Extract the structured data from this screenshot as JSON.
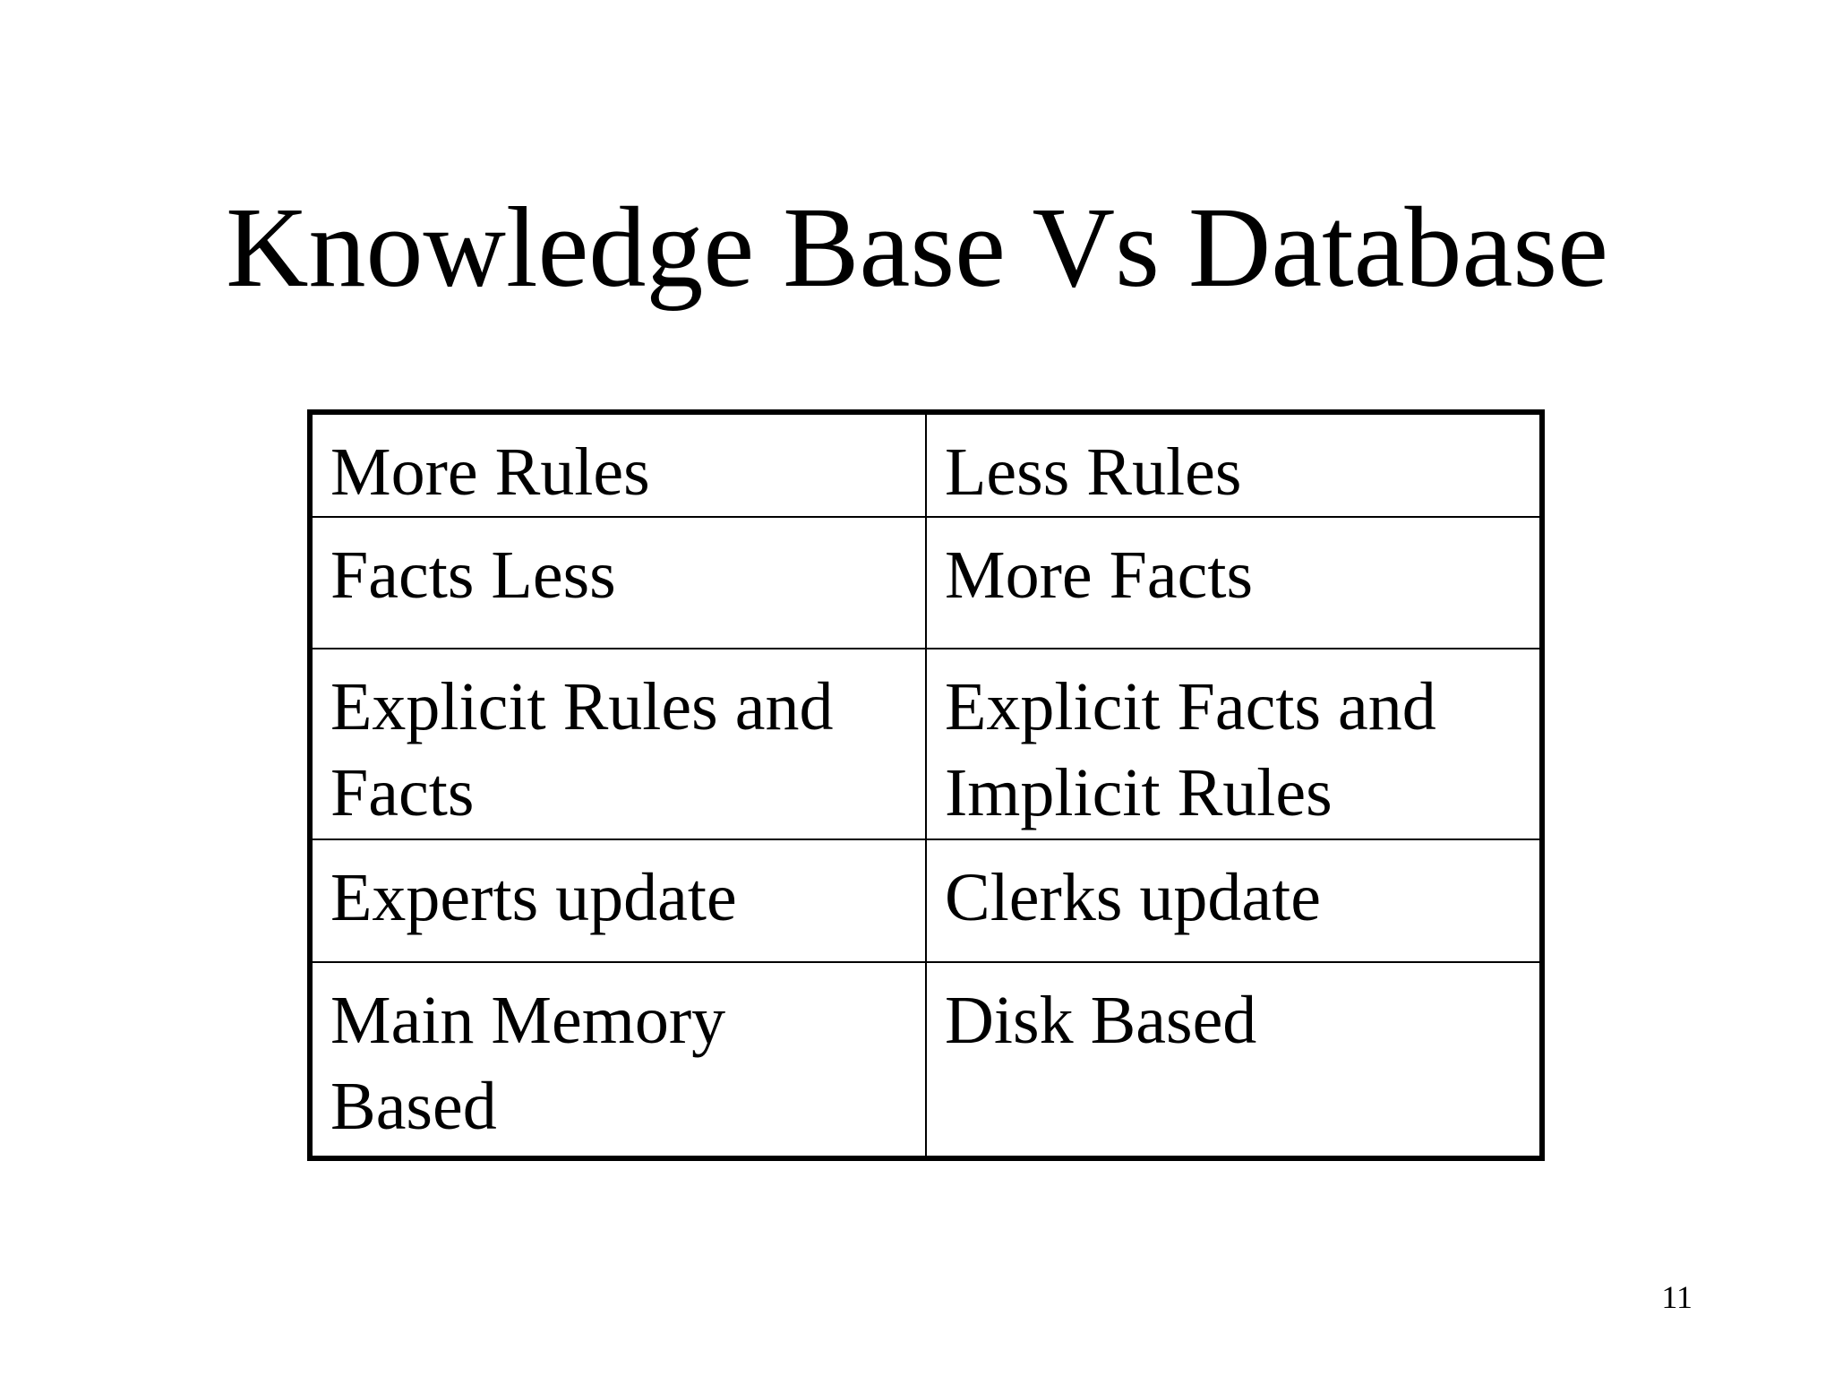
{
  "slide": {
    "title": "Knowledge Base Vs Database",
    "number": "11"
  },
  "table": {
    "rows": [
      [
        "More Rules",
        "Less Rules"
      ],
      [
        "Facts Less",
        "More Facts"
      ],
      [
        "Explicit Rules and Facts",
        "Explicit Facts and Implicit Rules"
      ],
      [
        "Experts update",
        "Clerks update"
      ],
      [
        "Main Memory Based",
        "Disk Based"
      ]
    ]
  }
}
